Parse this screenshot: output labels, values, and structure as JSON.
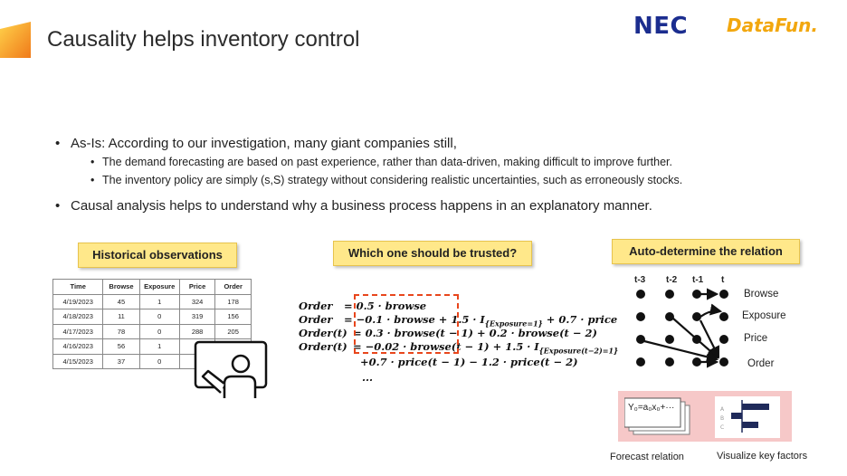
{
  "slide": {
    "title": "Causality helps inventory control"
  },
  "logos": {
    "nec": "NEC",
    "datafun": "DataFun."
  },
  "bullets": {
    "asis": "As-Is: According to our investigation, many giant companies still,",
    "sub1": "The demand forecasting are based on past experience, rather than data-driven, making difficult to improve further.",
    "sub2": "The inventory policy are simply (s,S) strategy without considering realistic uncertainties, such as erroneously stocks.",
    "causal": "Causal analysis helps to understand why a business process happens in an explanatory manner."
  },
  "panels": {
    "historical": "Historical observations",
    "trusted": "Which one should be trusted?",
    "auto": "Auto-determine the relation"
  },
  "table": {
    "headers": [
      "Time",
      "Browse",
      "Exposure",
      "Price",
      "Order"
    ],
    "rows": [
      [
        "4/19/2023",
        "45",
        "1",
        "324",
        "178"
      ],
      [
        "4/18/2023",
        "11",
        "0",
        "319",
        "156"
      ],
      [
        "4/17/2023",
        "78",
        "0",
        "288",
        "205"
      ],
      [
        "4/16/2023",
        "56",
        "1",
        "",
        ""
      ],
      [
        "4/15/2023",
        "37",
        "0",
        "",
        ""
      ]
    ]
  },
  "equations": {
    "l1_lhs": "Order",
    "l1_rhs": "= 0.5 · browse",
    "l2_lhs": "Order",
    "l2_rhs": "= −0.1 · browse + 1.5 · I",
    "l2_sub": "{Exposure=1}",
    "l2_tail": " + 0.7 · price",
    "l3_lhs": "Order(t)",
    "l3_rhs": "= 0.3 · browse(t − 1) + 0.2 · browse(t − 2)",
    "l4_lhs": "Order(t)",
    "l4_rhs": "= −0.02 · browse(t − 1) + 1.5 · I",
    "l4_sub": "{Exposure(t−2)=1}",
    "l5": "+0.7 · price(t − 1) − 1.2 · price(t − 2)",
    "l6": "..."
  },
  "graph": {
    "time_labels": [
      "t-3",
      "t-2",
      "t-1",
      "t"
    ],
    "variables": [
      "Browse",
      "Exposure",
      "Price",
      "Order"
    ]
  },
  "thumbs": {
    "formula": "Y₀=a₀x₀+···",
    "forecast_label": "Forecast relation",
    "visualize_label": "Visualize key factors"
  },
  "colors": {
    "accent_orange": "#f28c28",
    "highlight_yellow": "#ffe88a",
    "dashed_red": "#e8461c",
    "nec_blue": "#1b2d8f",
    "datafun_gold": "#f2a70e",
    "thumb_bg": "#f6c8c8"
  }
}
